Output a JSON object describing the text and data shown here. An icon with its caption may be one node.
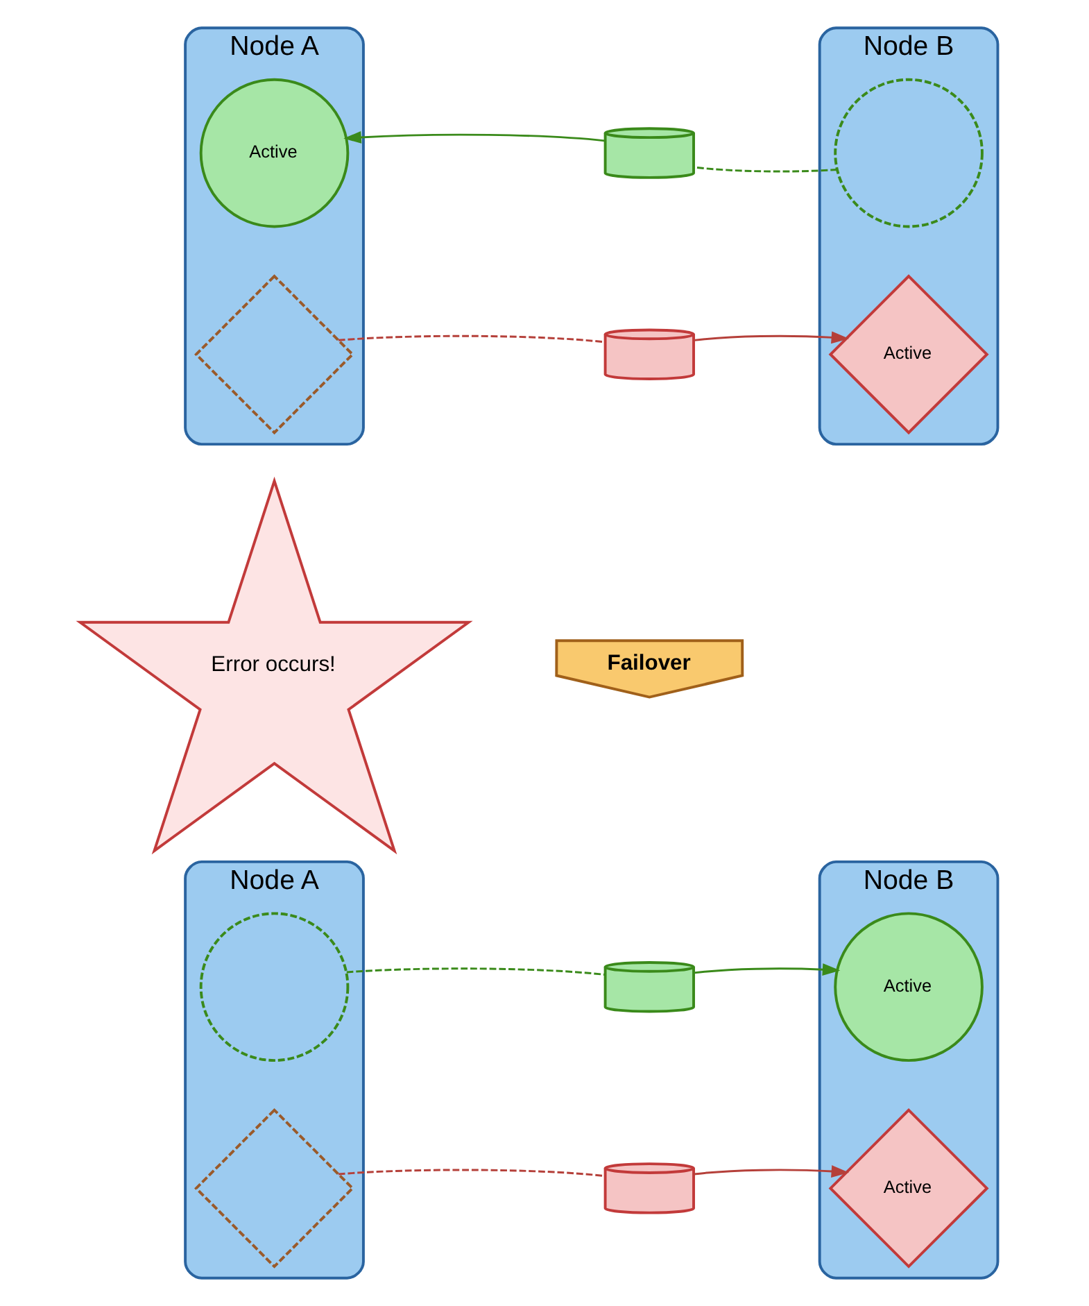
{
  "diagram": {
    "nodes": [
      {
        "text": [
          "Node A"
        ]
      },
      {
        "text": [
          "Active"
        ],
        "in": 0
      },
      {
        "text": [],
        "shape": "diamond",
        "in": 0
      },
      {
        "text": [
          "Node B"
        ]
      },
      {
        "text": [],
        "shape": "circle",
        "in": 3
      },
      {
        "text": [
          "Active"
        ],
        "in": 3
      },
      {
        "text": [],
        "shape": "cylinder"
      },
      {
        "text": [],
        "shape": "cylinder"
      },
      {
        "text": [
          "Error occurs!"
        ]
      },
      {
        "text": [
          "Failover"
        ]
      },
      {
        "text": [
          "Node A"
        ]
      },
      {
        "text": [],
        "shape": "circle",
        "in": 10
      },
      {
        "text": [],
        "shape": "diamond",
        "in": 10
      },
      {
        "text": [
          "Node B"
        ]
      },
      {
        "text": [
          "Active"
        ],
        "in": 13
      },
      {
        "text": [
          "Active"
        ],
        "in": 13
      },
      {
        "text": [],
        "shape": "cylinder"
      },
      {
        "text": [],
        "shape": "cylinder"
      }
    ],
    "edges": [
      {
        "from": 6,
        "to": 1,
        "arrow": "to",
        "color": "#3a8a1a"
      },
      {
        "from": 4,
        "to": 6,
        "arrow": "none",
        "style": "dashed",
        "color": "#3a8a1a"
      },
      {
        "from": 2,
        "to": 7,
        "arrow": "none",
        "style": "dashed",
        "color": "#b5403a"
      },
      {
        "from": 7,
        "to": 5,
        "arrow": "to",
        "color": "#b5403a"
      },
      {
        "from": 11,
        "to": 16,
        "arrow": "none",
        "style": "dashed",
        "color": "#3a8a1a"
      },
      {
        "from": 16,
        "to": 14,
        "arrow": "to",
        "color": "#3a8a1a"
      },
      {
        "from": 12,
        "to": 17,
        "arrow": "none",
        "style": "dashed",
        "color": "#b5403a"
      },
      {
        "from": 17,
        "to": 15,
        "arrow": "to",
        "color": "#b5403a"
      }
    ]
  }
}
